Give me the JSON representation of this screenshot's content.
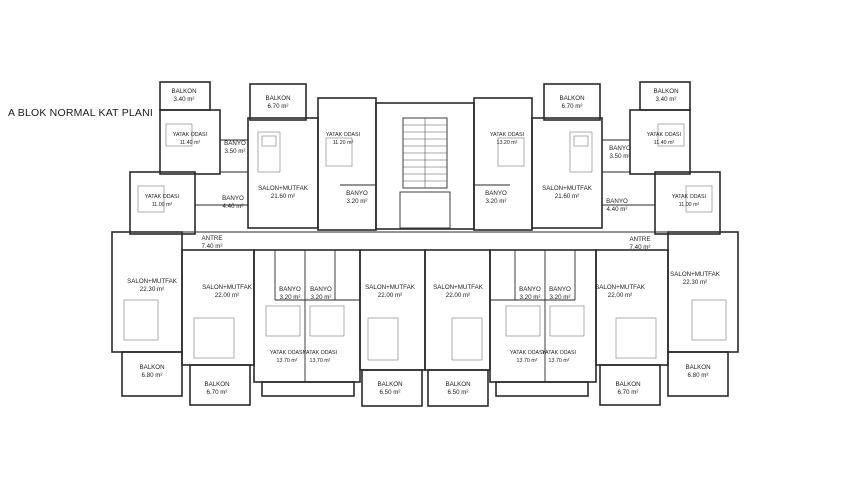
{
  "title": "A BLOK NORMAL KAT PLANI",
  "rooms": [
    {
      "id": "r1",
      "name": "BALKON",
      "area": "3.40 m²",
      "small": false
    },
    {
      "id": "r2",
      "name": "YATAK ODASI",
      "area": "11.40 m²",
      "small": true
    },
    {
      "id": "r3",
      "name": "BANYO",
      "area": "3.50 m²",
      "small": false
    },
    {
      "id": "r4",
      "name": "YATAK ODASI",
      "area": "11.00 m²",
      "small": true
    },
    {
      "id": "r5",
      "name": "BANYO",
      "area": "4.40 m²",
      "small": false
    },
    {
      "id": "r6",
      "name": "ANTRE",
      "area": "7.40 m²",
      "small": false
    },
    {
      "id": "r7",
      "name": "SALON+MUTFAK",
      "area": "22.30 m²",
      "small": false
    },
    {
      "id": "r8",
      "name": "BALKON",
      "area": "6.80 m²",
      "small": false
    },
    {
      "id": "r9",
      "name": "BALKON",
      "area": "6.70 m²",
      "small": false
    },
    {
      "id": "r10",
      "name": "SALON+MUTFAK",
      "area": "21.60 m²",
      "small": false
    },
    {
      "id": "r11",
      "name": "YATAK ODASI",
      "area": "11.20 m²",
      "small": true
    },
    {
      "id": "r12",
      "name": "BANYO",
      "area": "3.20 m²",
      "small": false
    },
    {
      "id": "r13",
      "name": "SALON+MUTFAK",
      "area": "22.00 m²",
      "small": false
    },
    {
      "id": "r14",
      "name": "BANYO",
      "area": "3.20 m²",
      "small": false
    },
    {
      "id": "r15",
      "name": "BANYO",
      "area": "3.20 m²",
      "small": false
    },
    {
      "id": "r16",
      "name": "YATAK ODASI",
      "area": "13.70 m²",
      "small": true
    },
    {
      "id": "r17",
      "name": "YATAK ODASI",
      "area": "13.70 m²",
      "small": true
    },
    {
      "id": "r18",
      "name": "BALKON",
      "area": "6.70 m²",
      "small": false
    },
    {
      "id": "r19",
      "name": "SALON+MUTFAK",
      "area": "22.00 m²",
      "small": false
    },
    {
      "id": "r20",
      "name": "BALKON",
      "area": "6.50 m²",
      "small": false
    },
    {
      "id": "r21",
      "name": "SALON+MUTFAK",
      "area": "22.00 m²",
      "small": false
    },
    {
      "id": "r22",
      "name": "BALKON",
      "area": "6.50 m²",
      "small": false
    },
    {
      "id": "r23",
      "name": "BANYO",
      "area": "3.20 m²",
      "small": false
    },
    {
      "id": "r24",
      "name": "YATAK ODASI",
      "area": "13.20 m²",
      "small": true
    },
    {
      "id": "r25",
      "name": "BALKON",
      "area": "6.70 m²",
      "small": false
    },
    {
      "id": "r26",
      "name": "SALON+MUTFAK",
      "area": "21.60 m²",
      "small": false
    },
    {
      "id": "r27",
      "name": "BANYO",
      "area": "3.50 m²",
      "small": false
    },
    {
      "id": "r28",
      "name": "BALKON",
      "area": "3.40 m²",
      "small": false
    },
    {
      "id": "r29",
      "name": "YATAK ODASI",
      "area": "11.40 m²",
      "small": true
    },
    {
      "id": "r30",
      "name": "YATAK ODASI",
      "area": "11.00 m²",
      "small": true
    },
    {
      "id": "r31",
      "name": "BANYO",
      "area": "4.40 m²",
      "small": false
    },
    {
      "id": "r32",
      "name": "ANTRE",
      "area": "7.40 m²",
      "small": false
    },
    {
      "id": "r33",
      "name": "SALON+MUTFAK",
      "area": "22.30 m²",
      "small": false
    },
    {
      "id": "r34",
      "name": "BALKON",
      "area": "6.80 m²",
      "small": false
    },
    {
      "id": "r35",
      "name": "BANYO",
      "area": "3.20 m²",
      "small": false
    },
    {
      "id": "r36",
      "name": "BANYO",
      "area": "3.20 m²",
      "small": false
    },
    {
      "id": "r37",
      "name": "SALON+MUTFAK",
      "area": "22.00 m²",
      "small": false
    },
    {
      "id": "r38",
      "name": "YATAK ODASI",
      "area": "13.70 m²",
      "small": true
    },
    {
      "id": "r39",
      "name": "YATAK ODASI",
      "area": "13.70 m²",
      "small": true
    },
    {
      "id": "r40",
      "name": "BALKON",
      "area": "6.70 m²",
      "small": false
    }
  ]
}
